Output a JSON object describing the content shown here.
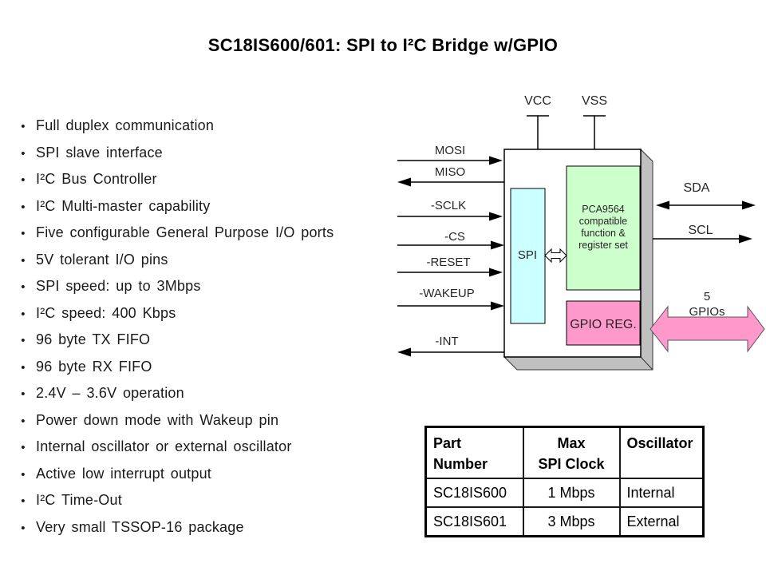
{
  "title": "SC18IS600/601: SPI to I²C Bridge w/GPIO",
  "bullet_char": "•",
  "features": [
    "Full duplex communication",
    "SPI slave interface",
    "I²C Bus Controller",
    "I²C Multi-master capability",
    "Five configurable General Purpose I/O ports",
    "5V tolerant I/O pins",
    "SPI speed: up to 3Mbps",
    "I²C speed: 400 Kbps",
    "96 byte TX FIFO",
    "96 byte RX FIFO",
    "2.4V – 3.6V operation",
    "Power down mode with Wakeup pin",
    "Internal oscillator or external oscillator",
    "Active low interrupt output",
    "I²C Time-Out",
    "Very small TSSOP-16 package"
  ],
  "diagram": {
    "top_pins": [
      {
        "label": "VCC"
      },
      {
        "label": "VSS"
      }
    ],
    "left_pins": [
      {
        "label": "MOSI",
        "direction": "in"
      },
      {
        "label": "MISO",
        "direction": "out"
      },
      {
        "label": "-SCLK",
        "direction": "in"
      },
      {
        "label": "-CS",
        "direction": "in"
      },
      {
        "label": "-RESET",
        "direction": "in"
      },
      {
        "label": "-WAKEUP",
        "direction": "in"
      },
      {
        "label": "-INT",
        "direction": "out"
      }
    ],
    "right_pins": [
      {
        "label": "SDA",
        "direction": "bidirectional"
      },
      {
        "label": "SCL",
        "direction": "out"
      }
    ],
    "gpio_bus": {
      "count_label": "5",
      "name_label": "GPIOs"
    },
    "blocks": {
      "spi_label": "SPI",
      "i2c_lines": [
        "PCA9564",
        "compatible",
        "function &",
        "register set"
      ],
      "gpio_label": "GPIO REG."
    },
    "colors": {
      "spi_fill": "#ccffff",
      "i2c_fill": "#ccffcc",
      "gpio_fill": "#ff99cc",
      "gpio_bus_fill": "#ff99cc",
      "shadow_fill": "#c0c0c0",
      "chip_fill": "#ffffff"
    }
  },
  "table": {
    "columns": [
      {
        "line1": "Part",
        "line2": "Number"
      },
      {
        "line1": "Max",
        "line2": "SPI Clock"
      },
      {
        "line1": "Oscillator",
        "line2": ""
      }
    ],
    "rows": [
      {
        "part": "SC18IS600",
        "clock": "1 Mbps",
        "osc": "Internal"
      },
      {
        "part": "SC18IS601",
        "clock": "3 Mbps",
        "osc": "External"
      }
    ]
  }
}
